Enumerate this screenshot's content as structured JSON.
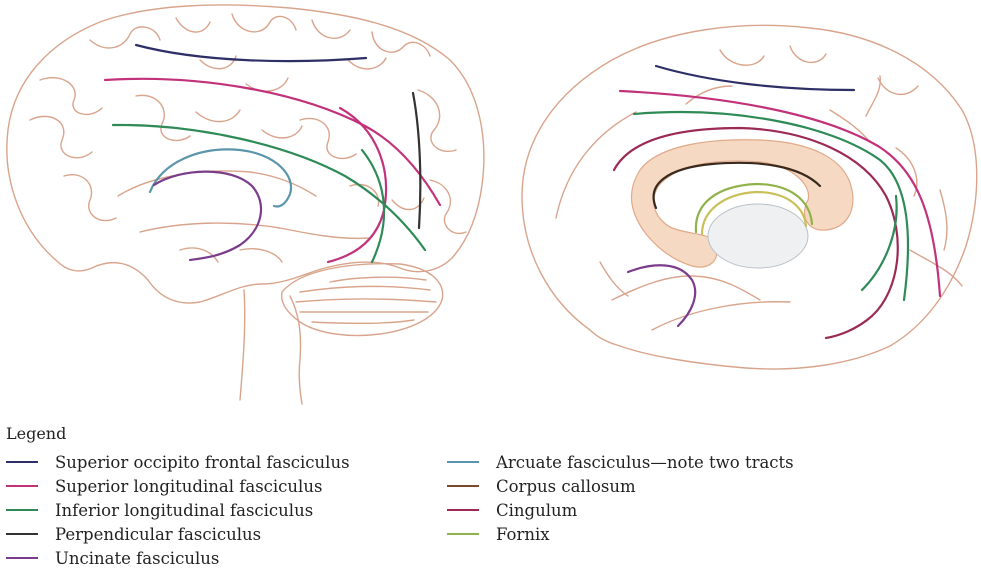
{
  "legend": {
    "title": "Legend",
    "left_items": [
      {
        "label": "Superior occipito frontal fasciculus",
        "color": "#2e2f66"
      },
      {
        "label": "Superior longitudinal fasciculus",
        "color": "#c2327a"
      },
      {
        "label": "Inferior longitudinal fasciculus",
        "color": "#2e8b57"
      },
      {
        "label": "Perpendicular fasciculus",
        "color": "#333333"
      },
      {
        "label": "Uncinate fasciculus",
        "color": "#7b3c8c"
      }
    ],
    "right_items": [
      {
        "label": "Arcuate fasciculus—note two tracts",
        "color": "#5b95aa"
      },
      {
        "label": "Corpus callosum",
        "color": "#7a4a2a"
      },
      {
        "label": "Cingulum",
        "color": "#9b2a55"
      },
      {
        "label": "Fornix",
        "color": "#8fb34a"
      }
    ]
  },
  "colors": {
    "outline": "#d9a48c",
    "corpus_callosum_fill": "#f6d9c2",
    "thalamus_fill": "#eef0f2"
  }
}
